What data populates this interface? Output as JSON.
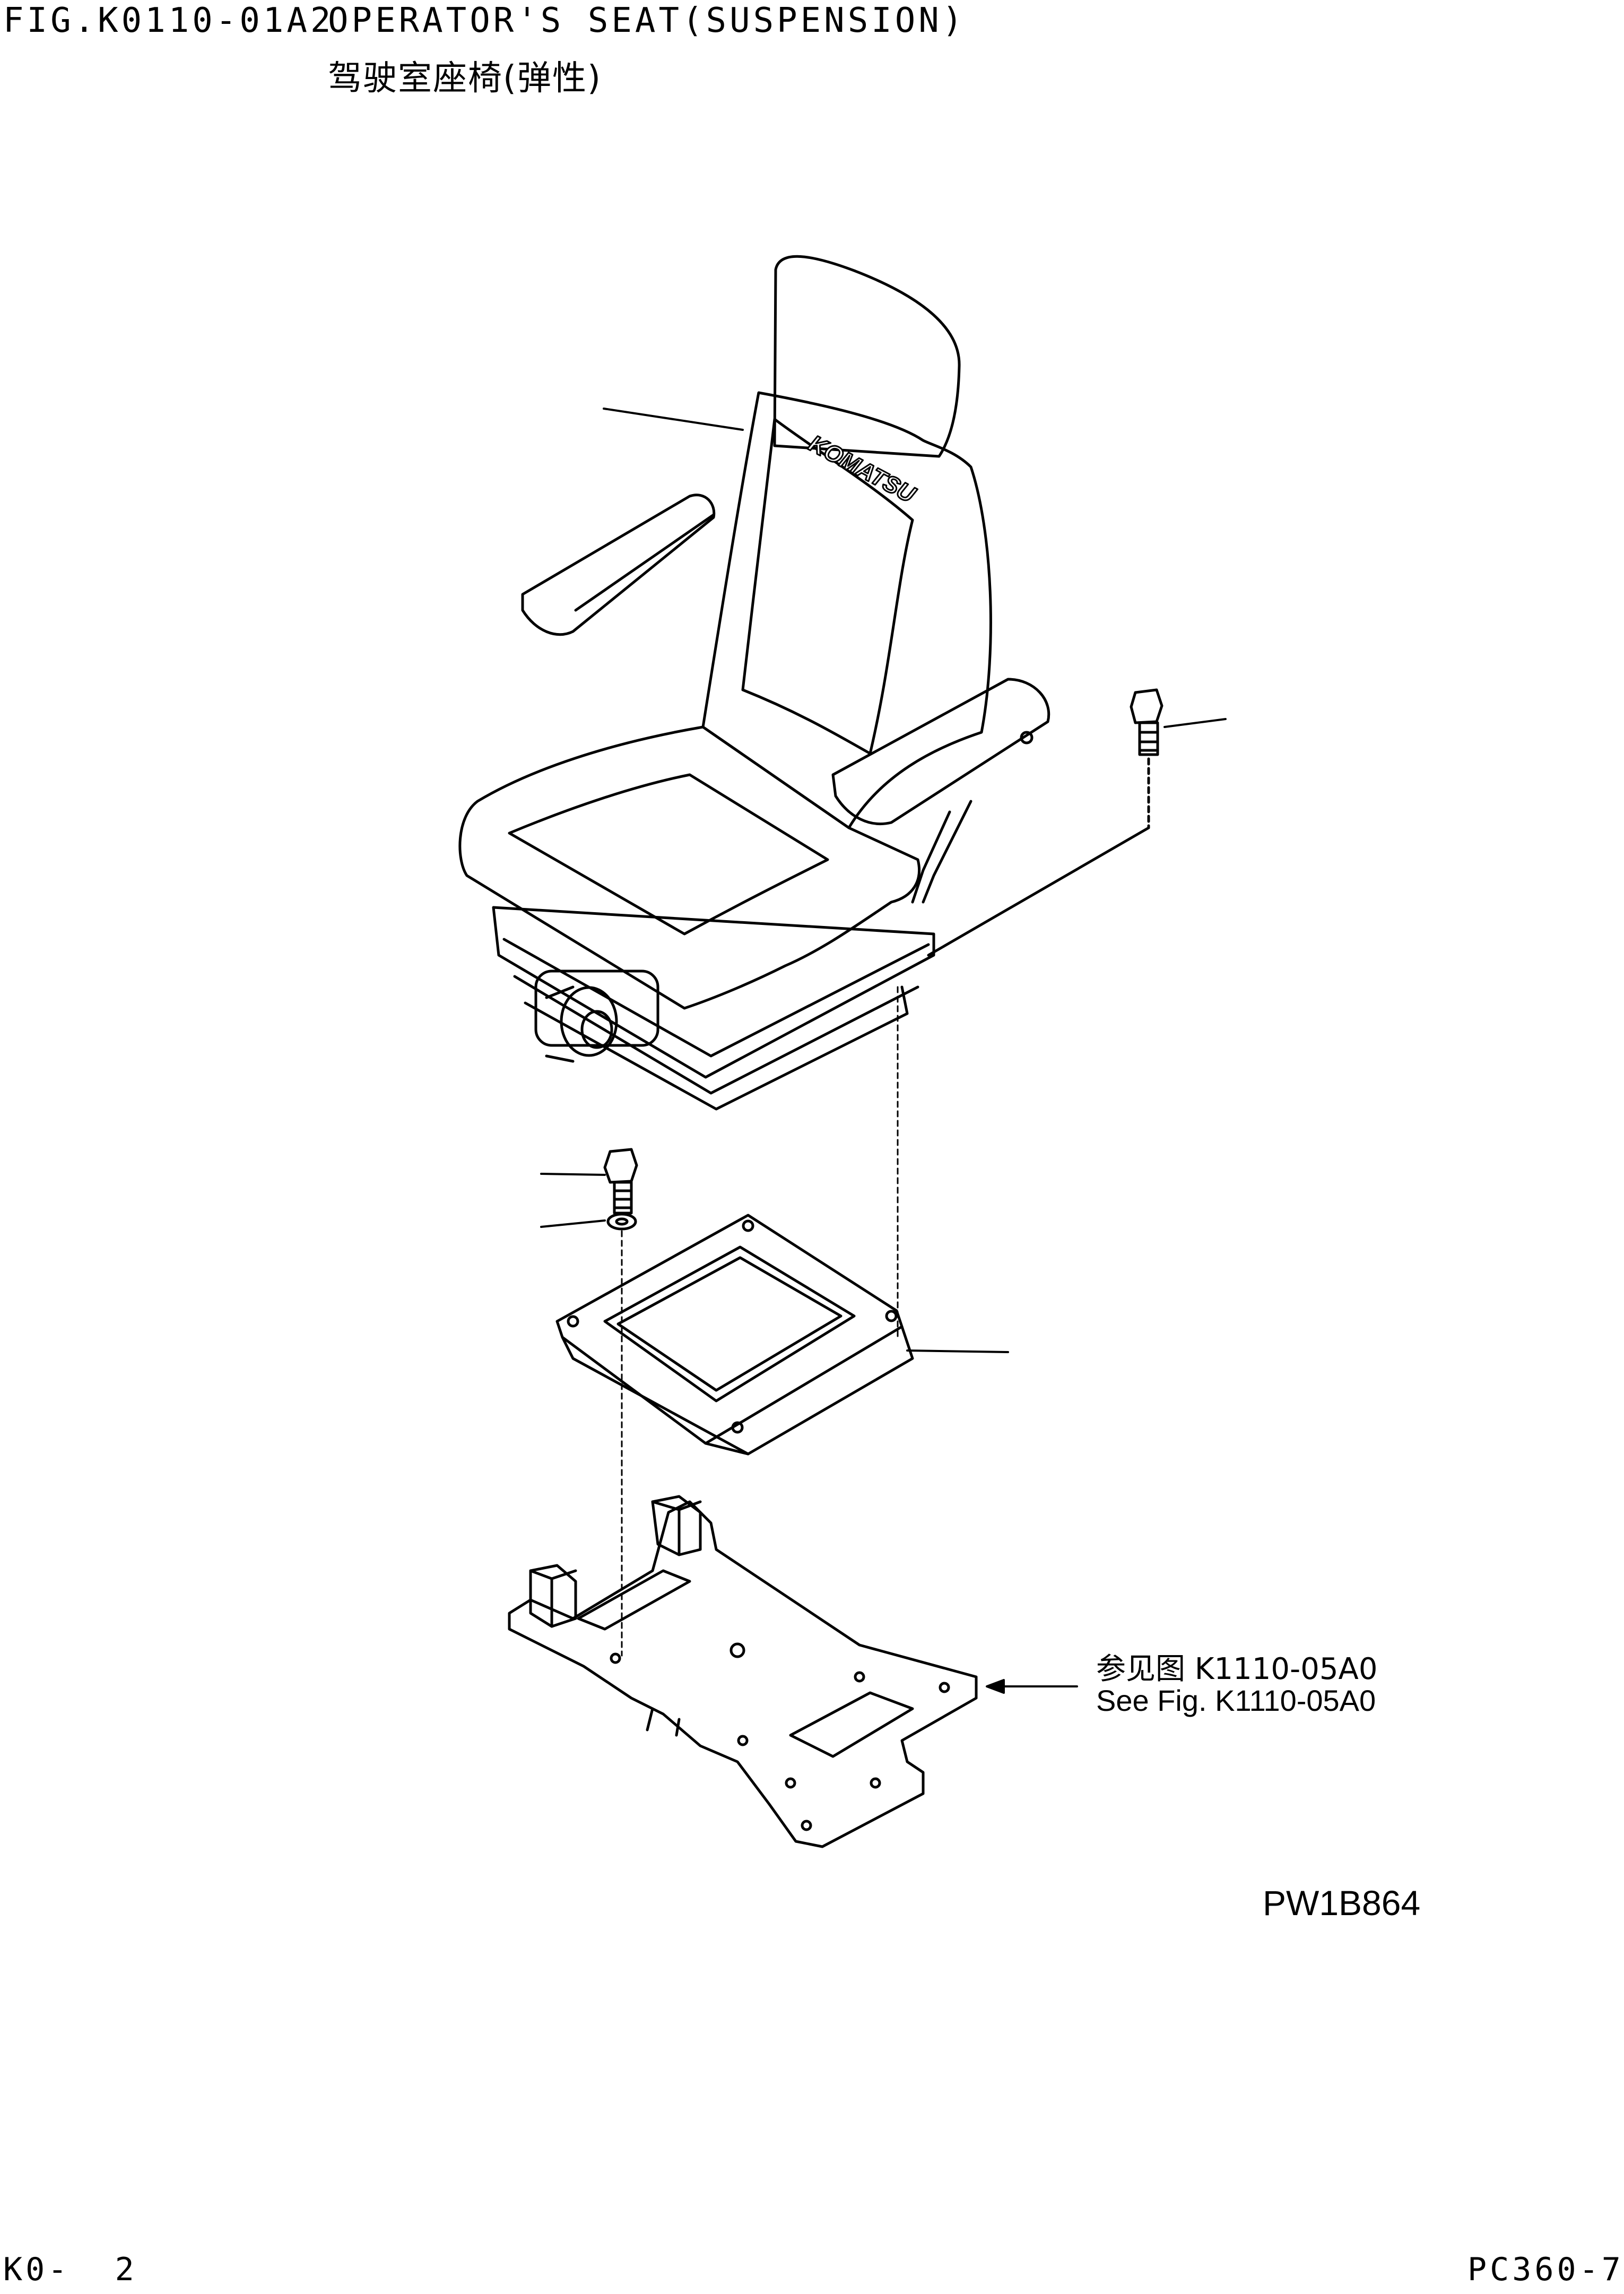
{
  "header": {
    "figure_id": "FIG.K0110-01A2",
    "title_en": "OPERATOR'S SEAT(SUSPENSION)",
    "title_zh": "驾驶室座椅(弹性)"
  },
  "diagram": {
    "seat_logo": "KOMATSU",
    "reference": {
      "zh": "参见图 K1110-05A0",
      "en": "See Fig. K1110-05A0"
    },
    "drawing_number": "PW1B864"
  },
  "footer": {
    "page": "K0-  2",
    "model": "PC360-7"
  },
  "colors": {
    "ink": "#000000",
    "paper": "#ffffff"
  }
}
